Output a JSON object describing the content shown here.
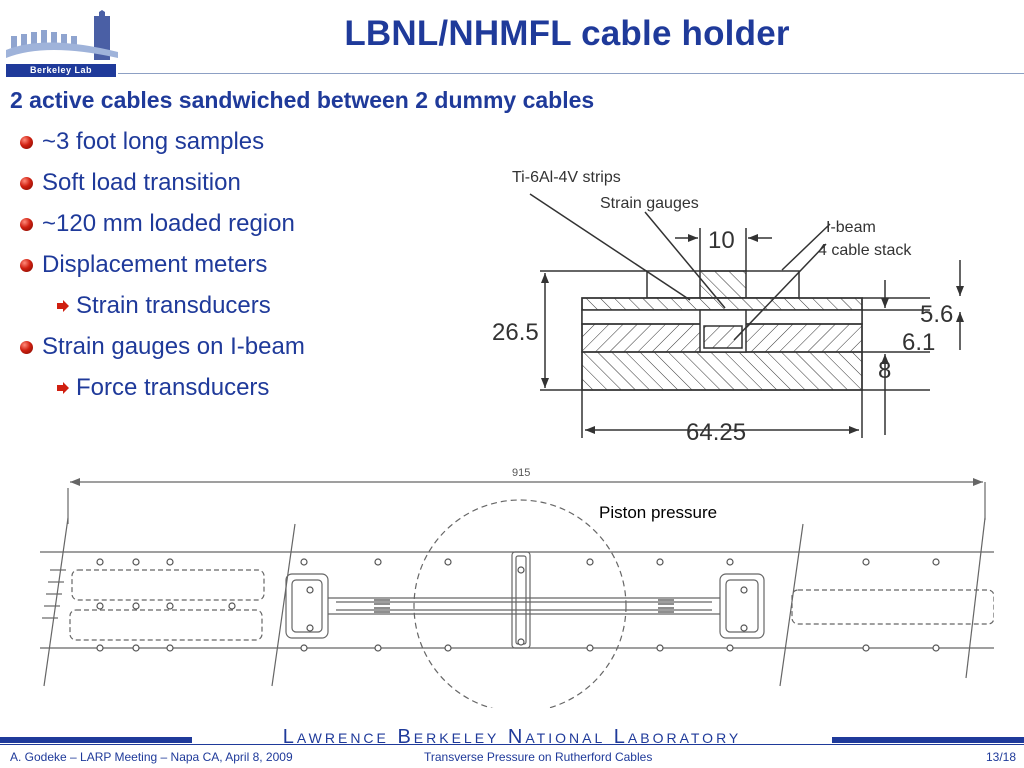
{
  "slide": {
    "title": "LBNL/NHMFL cable holder",
    "logo_text": "Berkeley Lab",
    "heading": "2 active cables sandwiched between 2 dummy cables",
    "bullets": [
      {
        "level": 1,
        "text": "~3 foot long samples"
      },
      {
        "level": 1,
        "text": "Soft load transition"
      },
      {
        "level": 1,
        "text": "~120 mm loaded region"
      },
      {
        "level": 1,
        "text": "Displacement meters"
      },
      {
        "level": 2,
        "text": "Strain transducers"
      },
      {
        "level": 1,
        "text": "Strain gauges on I-beam"
      },
      {
        "level": 2,
        "text": "Force transducers"
      }
    ]
  },
  "cross_section": {
    "labels": {
      "strips": "Ti-6Al-4V strips",
      "gauges": "Strain gauges",
      "ibeam": "I-beam",
      "stack": "4 cable stack",
      "dim_10": "10",
      "dim_26_5": "26.5",
      "dim_5_6": "5.6",
      "dim_6_1": "6.1",
      "dim_8": "8",
      "dim_64_25": "64.25"
    }
  },
  "cable_drawing": {
    "dim_915": "915",
    "piston_label": "Piston pressure"
  },
  "footer": {
    "lab_name": "Lawrence Berkeley National Laboratory",
    "left": "A. Godeke – LARP Meeting – Napa CA, April 8, 2009",
    "center": "Transverse Pressure on Rutherford Cables",
    "right": "13/18"
  },
  "colors": {
    "accent": "#1f3a9a",
    "bullet": "#d01f10"
  }
}
